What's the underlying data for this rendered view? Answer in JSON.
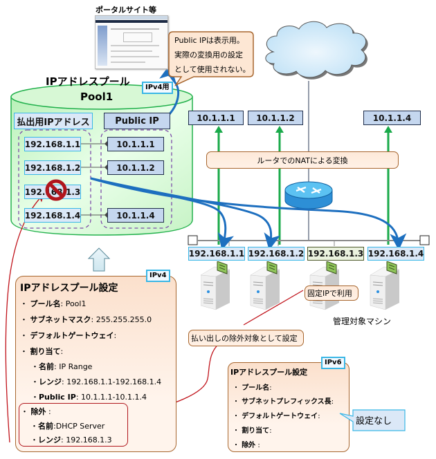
{
  "portal": {
    "label": "ポータルサイト等"
  },
  "public_ip_note": {
    "lines": [
      "Public IPは表示用。",
      "実際の変換用の設定",
      "として使用されない。"
    ]
  },
  "pool": {
    "section_title": "IPアドレスプール",
    "name": "Pool1",
    "version_tag": "IPv4用",
    "private_header": "払出用IPアドレス",
    "public_header": "Public IP",
    "private_ips": [
      "192.168.1.1",
      "192.168.1.2",
      "192.168.1.3",
      "192.168.1.4"
    ],
    "public_ips": [
      "10.1.1.1",
      "10.1.1.2",
      "10.1.1.4"
    ],
    "excluded_icon": "prohibited-icon"
  },
  "network": {
    "cloud_icon": "cloud-icon",
    "router_icon": "router-icon",
    "public_targets": [
      "10.1.1.1",
      "10.1.1.2",
      "10.1.1.4"
    ],
    "nat_label": "ルータでのNATによる変換",
    "machine_ips": [
      "192.168.1.1",
      "192.168.1.2",
      "192.168.1.3",
      "192.168.1.4"
    ],
    "machines_label": "管理対象マシン",
    "fixed_ip_note": "固定IPで利用",
    "exclusion_note": "払い出しの除外対象として設定"
  },
  "ipv4_settings": {
    "tag": "IPv4",
    "title": "IPアドレスプール設定",
    "items": [
      {
        "key": "プール名",
        "value": ": Pool1"
      },
      {
        "key": "サブネットマスク",
        "value": ": 255.255.255.0"
      },
      {
        "key": "デフォルトゲートウェイ",
        "value": ":"
      },
      {
        "key": "割り当て",
        "value": ":"
      }
    ],
    "assignment": [
      {
        "key": "名前",
        "value": ": IP Range"
      },
      {
        "key": "レンジ",
        "value": ": 192.168.1.1-192.168.1.4"
      },
      {
        "key": "Public IP",
        "value": ": 10.1.1.1-10.1.1.4"
      }
    ],
    "exclusion_key": "除外",
    "exclusion_suffix": " :",
    "exclusion": [
      {
        "key": "名前",
        "value": ":DHCP Server"
      },
      {
        "key": "レンジ",
        "value": ": 192.168.1.3"
      }
    ]
  },
  "ipv6_settings": {
    "tag": "IPv6",
    "title": "IPアドレスプール設定",
    "items": [
      {
        "key": "プール名",
        "value": ":"
      },
      {
        "key": "サブネットプレフィックス長",
        "value": ":"
      },
      {
        "key": "デフォルトゲートウェイ",
        "value": ":"
      },
      {
        "key": "割り当て",
        "value": ":"
      },
      {
        "key": "除外",
        "value": " :"
      }
    ],
    "note": "設定なし"
  },
  "colors": {
    "nat_arrow": "#1aaa4a",
    "mapping_arrow": "#1d6fbf",
    "exclusion_arrow": "#c0121a",
    "pool_fill": "#cdf7cc",
    "callout_border": "#a7652d"
  }
}
